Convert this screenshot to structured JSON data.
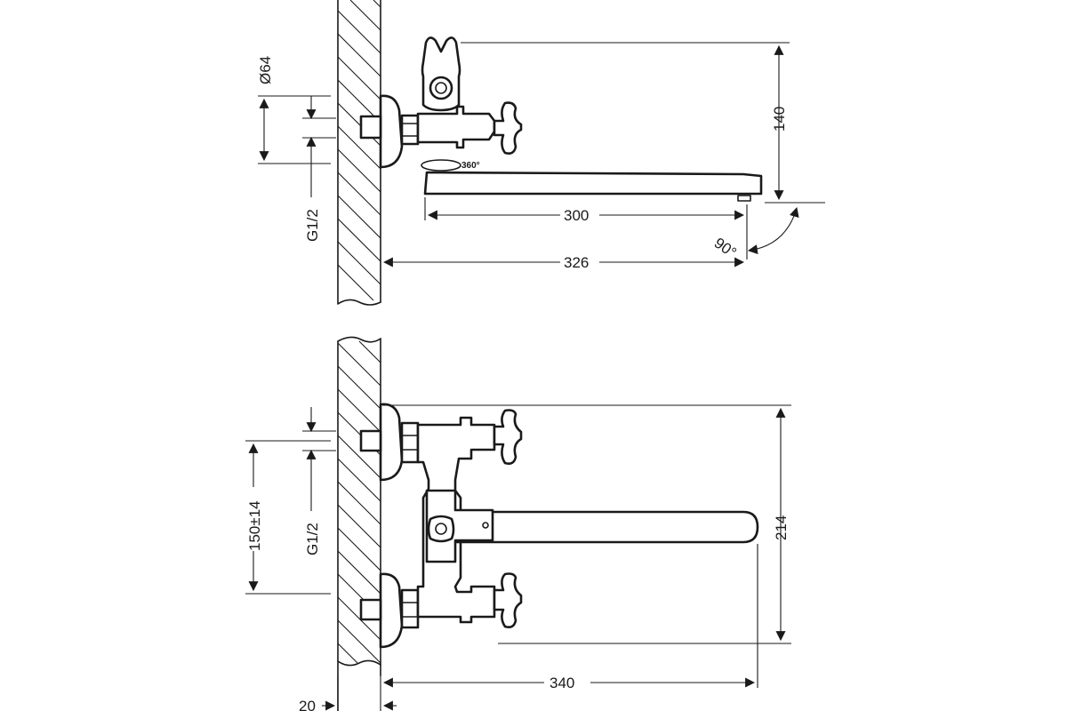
{
  "top_view": {
    "dim_flange_diameter": "Ø64",
    "dim_thread": "G1/2",
    "dim_height": "140",
    "dim_spout_length": "300",
    "dim_total_projection": "326",
    "dim_angle": "90°",
    "rotation_label": "360°"
  },
  "front_view": {
    "dim_center_distance": "150±14",
    "dim_thread": "G1/2",
    "dim_total_height": "214",
    "dim_projection": "340",
    "dim_wall_offset": "20"
  }
}
